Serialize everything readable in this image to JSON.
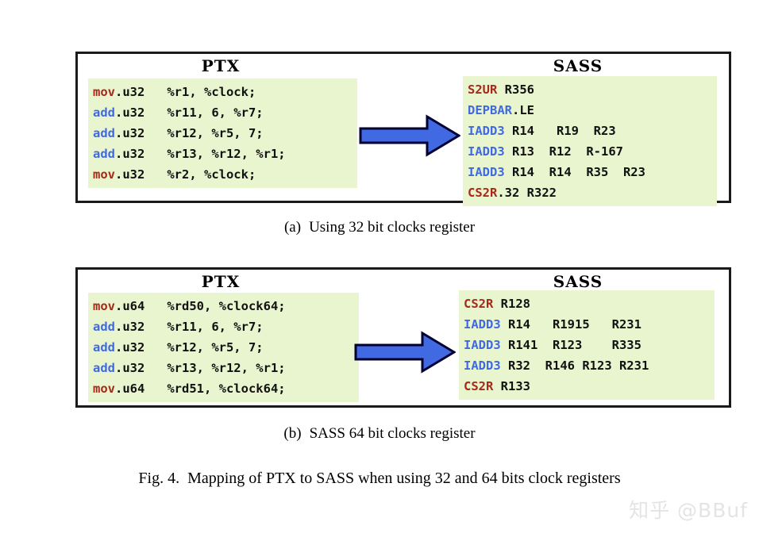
{
  "figure": {
    "caption_prefix": "Fig. 4.",
    "caption_text": "Mapping of PTX to SASS when using 32 and 64 bits clock registers"
  },
  "colors": {
    "code_background": "#e8f5cf",
    "keyword_red": "#a52a1a",
    "keyword_blue": "#4169e1",
    "arrow_fill": "#4169e1",
    "arrow_outline": "#000033",
    "panel_border": "#1a1a1a",
    "watermark": "#e4e4e4"
  },
  "panel_a": {
    "sublabel": "(a)",
    "subcaption": "Using 32 bit clocks register",
    "ptx": {
      "title": "PTX",
      "lines": [
        {
          "op": "mov",
          "op_color": "red",
          "rest": ".u32   %r1, %clock;"
        },
        {
          "op": "add",
          "op_color": "blue",
          "rest": ".u32   %r11, 6, %r7;"
        },
        {
          "op": "add",
          "op_color": "blue",
          "rest": ".u32   %r12, %r5, 7;"
        },
        {
          "op": "add",
          "op_color": "blue",
          "rest": ".u32   %r13, %r12, %r1;"
        },
        {
          "op": "mov",
          "op_color": "red",
          "rest": ".u32   %r2, %clock;"
        }
      ]
    },
    "sass": {
      "title": "SASS",
      "lines": [
        {
          "op": "S2UR",
          "op_color": "red",
          "rest": " R356"
        },
        {
          "op": "DEPBAR",
          "op_color": "blue",
          "rest": ".LE"
        },
        {
          "op": "IADD3",
          "op_color": "blue",
          "rest": " R14   R19  R23"
        },
        {
          "op": "IADD3",
          "op_color": "blue",
          "rest": " R13  R12  R-167"
        },
        {
          "op": "IADD3",
          "op_color": "blue",
          "rest": " R14  R14  R35  R23"
        },
        {
          "op": "CS2R",
          "op_color": "red",
          "rest": ".32 R322"
        }
      ]
    },
    "arrow": "right-arrow-icon"
  },
  "panel_b": {
    "sublabel": "(b)",
    "subcaption": "SASS 64 bit clocks register",
    "ptx": {
      "title": "PTX",
      "lines": [
        {
          "op": "mov",
          "op_color": "red",
          "rest": ".u64   %rd50, %clock64;"
        },
        {
          "op": "add",
          "op_color": "blue",
          "rest": ".u32   %r11, 6, %r7;"
        },
        {
          "op": "add",
          "op_color": "blue",
          "rest": ".u32   %r12, %r5, 7;"
        },
        {
          "op": "add",
          "op_color": "blue",
          "rest": ".u32   %r13, %r12, %r1;"
        },
        {
          "op": "mov",
          "op_color": "red",
          "rest": ".u64   %rd51, %clock64;"
        }
      ]
    },
    "sass": {
      "title": "SASS",
      "lines": [
        {
          "op": "CS2R",
          "op_color": "red",
          "rest": " R128"
        },
        {
          "op": "IADD3",
          "op_color": "blue",
          "rest": " R14   R1915   R231"
        },
        {
          "op": "IADD3",
          "op_color": "blue",
          "rest": " R141  R123    R335"
        },
        {
          "op": "IADD3",
          "op_color": "blue",
          "rest": " R32  R146 R123 R231"
        },
        {
          "op": "CS2R",
          "op_color": "red",
          "rest": " R133"
        }
      ]
    },
    "arrow": "right-arrow-icon"
  },
  "watermark": {
    "text": "知乎 @BBuf"
  }
}
